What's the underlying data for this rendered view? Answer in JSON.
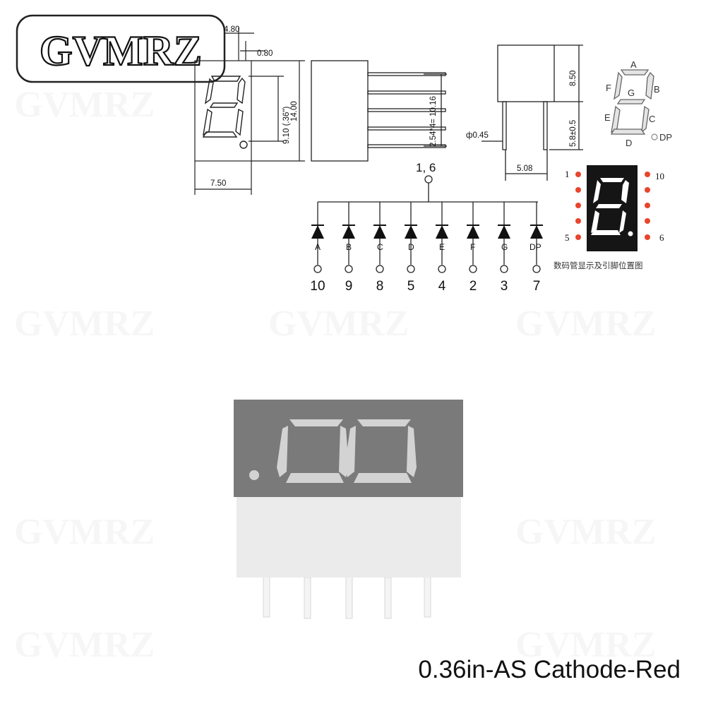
{
  "brand": {
    "logo_text": "GVMRZ",
    "watermark": "GVMRZ"
  },
  "front_view": {
    "dim_top": "4.80",
    "dim_seg": "0.80",
    "dim_digit_height": "9.10 (.36\")",
    "dim_height": "14.00",
    "dim_width": "7.50"
  },
  "side_view": {
    "dim_pitch": "2.54*4= 10.16"
  },
  "end_view": {
    "dim_body": "8.50",
    "dim_pin_length": "5.8±0.5",
    "dim_pin_dia": "ф0.45",
    "dim_pin_spacing": "5.08"
  },
  "segment_map": {
    "labels": [
      "A",
      "B",
      "C",
      "D",
      "E",
      "F",
      "G",
      "DP"
    ]
  },
  "schematic": {
    "common_label": "1, 6",
    "diodes": [
      {
        "segment": "A",
        "pin": "10"
      },
      {
        "segment": "B",
        "pin": "9"
      },
      {
        "segment": "C",
        "pin": "8"
      },
      {
        "segment": "D",
        "pin": "5"
      },
      {
        "segment": "E",
        "pin": "4"
      },
      {
        "segment": "F",
        "pin": "2"
      },
      {
        "segment": "G",
        "pin": "3"
      },
      {
        "segment": "DP",
        "pin": "7"
      }
    ]
  },
  "pinout": {
    "pin_1": "1",
    "pin_5": "5",
    "pin_6": "6",
    "pin_10": "10",
    "caption": "数码管显示及引脚位置图"
  },
  "product_caption": "0.36in-AS Cathode-Red",
  "colors": {
    "pin_dot": "#e8452c",
    "module_dark": "#7a7a7a",
    "module_light": "#ebebeb"
  }
}
